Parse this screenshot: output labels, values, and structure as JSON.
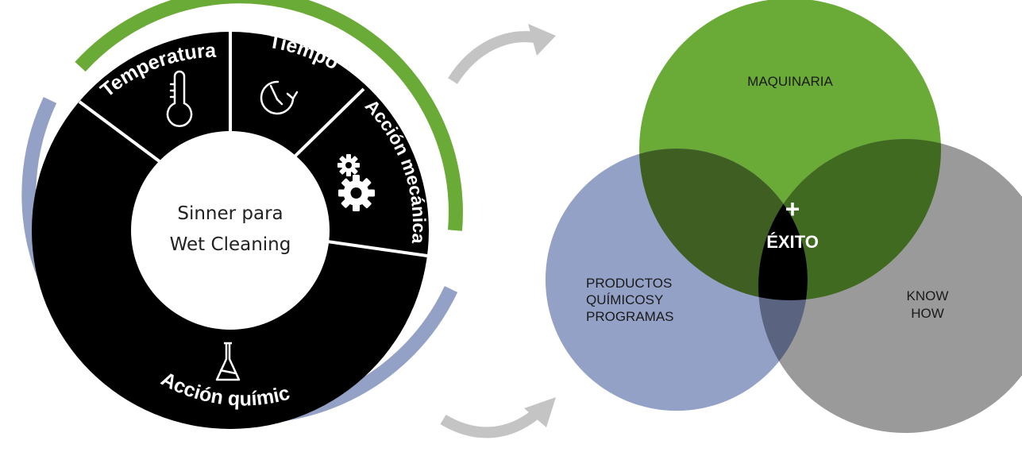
{
  "sinner": {
    "center_line1": "Sinner para",
    "center_line2": "Wet Cleaning",
    "segments": {
      "temperatura": "Temperatura",
      "tiempo": "Tiempo",
      "accion_mecanica": "Acción mecánica",
      "accion_quimica": "Acción química"
    },
    "icons": {
      "temperatura": "thermometer-icon",
      "tiempo": "clock-icon",
      "accion_mecanica": "gears-icon",
      "accion_quimica": "flask-icon"
    },
    "colors": {
      "ring_fill": "#000000",
      "green_arc": "#6aaa36",
      "blue_arc": "#93a1c6"
    }
  },
  "venn": {
    "maquinaria": "MAQUINARIA",
    "productos_line1": "PRODUCTOS",
    "productos_line2": "QUÍMICOSY",
    "productos_line3": "PROGRAMAS",
    "know_line1": "KNOW",
    "know_line2": "HOW",
    "center_plus": "+",
    "center_label": "ÉXITO",
    "colors": {
      "green": "#6aaa36",
      "blue": "#93a1c6",
      "gray": "#9a9a9a",
      "center": "#000000"
    }
  },
  "arrows": {
    "color": "#c4c4c4"
  }
}
